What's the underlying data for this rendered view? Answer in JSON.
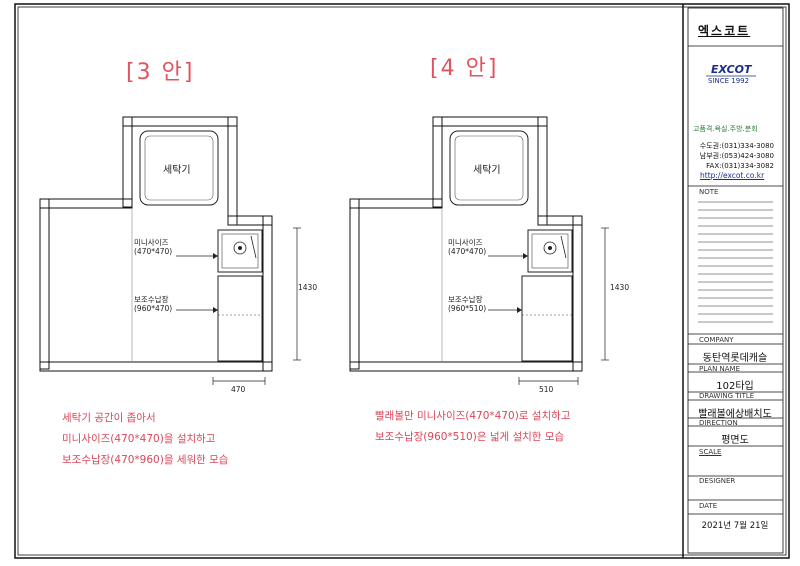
{
  "plans": [
    {
      "title": "[3 안]",
      "washer_label": "세탁기",
      "mini_label": "미니사이즈",
      "mini_size": "(470*470)",
      "storage_label": "보조수납장",
      "storage_size": "(960*470)",
      "height_dim": "1430",
      "width_dim": "470",
      "notes": [
        "세탁기 공간이 좁아서",
        "미니사이즈(470*470)을 설치하고",
        "보조수납장(470*960)을 세워한 모습"
      ]
    },
    {
      "title": "[4 안]",
      "washer_label": "세탁기",
      "mini_label": "미니사이즈",
      "mini_size": "(470*470)",
      "storage_label": "보조수납장",
      "storage_size": "(960*510)",
      "height_dim": "1430",
      "width_dim": "510",
      "notes": [
        "빨래볼만 미니사이즈(470*470)로 설치하고",
        "보조수납장(960*510)은 넓게 설치한 모습"
      ]
    }
  ],
  "title_block": {
    "company_korean": "엑스코트",
    "brand": "EXCOT",
    "since": "SINCE 1992",
    "services": "고품격.욕실.주방.분회",
    "phones": [
      "수도권:(031)334-3080",
      "남부권:(053)424-3080",
      "FAX:(031)334-3082"
    ],
    "website": "http://excot.co.kr",
    "note_label": "NOTE",
    "company_label": "COMPANY",
    "company_value": "동탄역롯데캐슬",
    "plan_name_label": "PLAN NAME",
    "plan_name_value": "102타입",
    "drawing_title_label": "DRAWING TITLE",
    "drawing_title_value": "빨래볼에상배치도",
    "direction_label": "DIRECTION",
    "direction_value": "평면도",
    "scale_label": "SCALE",
    "designer_label": "DESIGNER",
    "date_label": "DATE",
    "date_value": "2021년 7월 21일"
  }
}
